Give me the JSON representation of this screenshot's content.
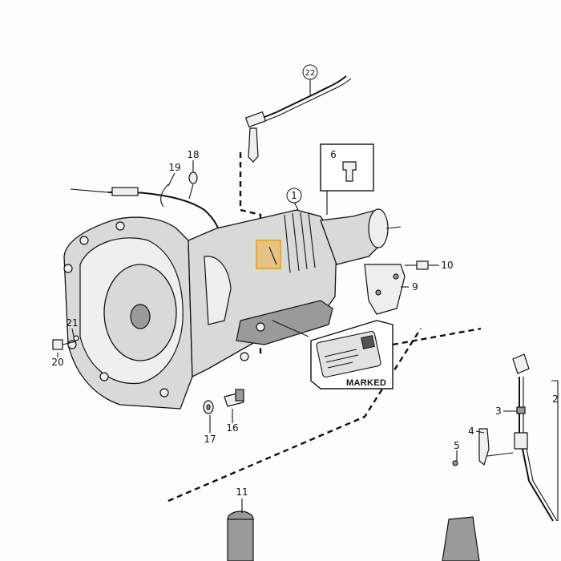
{
  "diagram": {
    "callouts": [
      "1",
      "2",
      "3",
      "4",
      "5",
      "6",
      "9",
      "10",
      "11",
      "16",
      "17",
      "18",
      "19",
      "20",
      "21",
      "22"
    ],
    "stamp_text": "MARKED",
    "highlight_color": "#f5a623"
  }
}
